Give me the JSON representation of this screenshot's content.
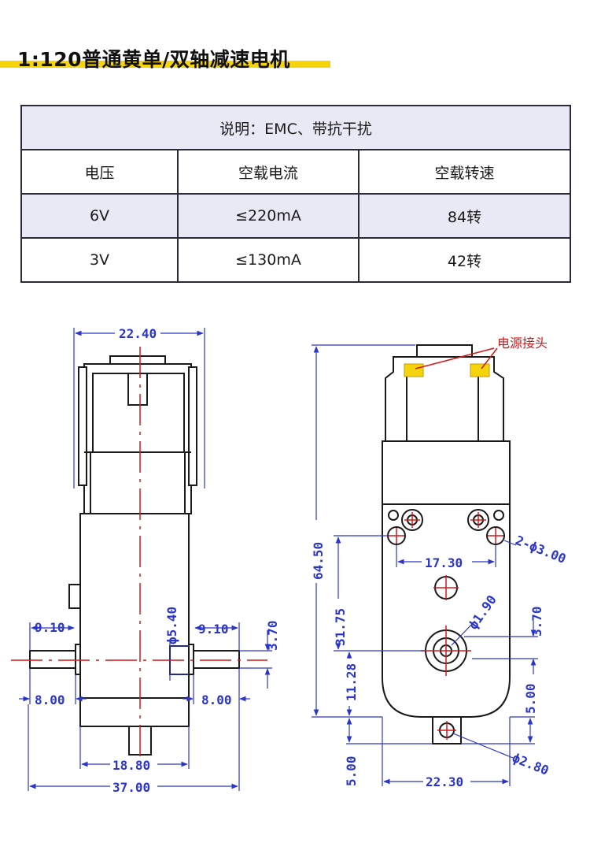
{
  "title": "1:120普通黄单/双轴减速电机",
  "table": {
    "note": "说明：EMC、带抗干扰",
    "headers": [
      "电压",
      "空载电流",
      "空载转速"
    ],
    "rows": [
      [
        "6V",
        "≤220mA",
        "84转"
      ],
      [
        "3V",
        "≤130mA",
        "42转"
      ]
    ]
  },
  "drawing": {
    "left_view": {
      "width_top": "22.40",
      "shaft_diameter": "ϕ5.40",
      "shaft_len_left": "9.10",
      "shaft_len_right": "9.10",
      "flat_left": "8.00",
      "flat_right": "8.00",
      "flat_height": "3.70",
      "body_width": "18.80",
      "total_width": "37.00"
    },
    "right_view": {
      "power_label": "电源接头",
      "total_height": "64.50",
      "hole_spacing": "17.30",
      "hole_spec": "2-ϕ3.00",
      "shaft_pos": "31.75",
      "shaft_hole": "ϕ1.90",
      "offset_a": "3.70",
      "lower_height": "11.28",
      "offset_b": "5.00",
      "bottom_left": "5.00",
      "base_width": "22.30",
      "tab_hole": "ϕ2.80"
    },
    "colors": {
      "outline": "#1a1a1a",
      "dimension": "#2b35c9",
      "centerline": "#d21818",
      "yellow": "#f5d40b"
    }
  }
}
